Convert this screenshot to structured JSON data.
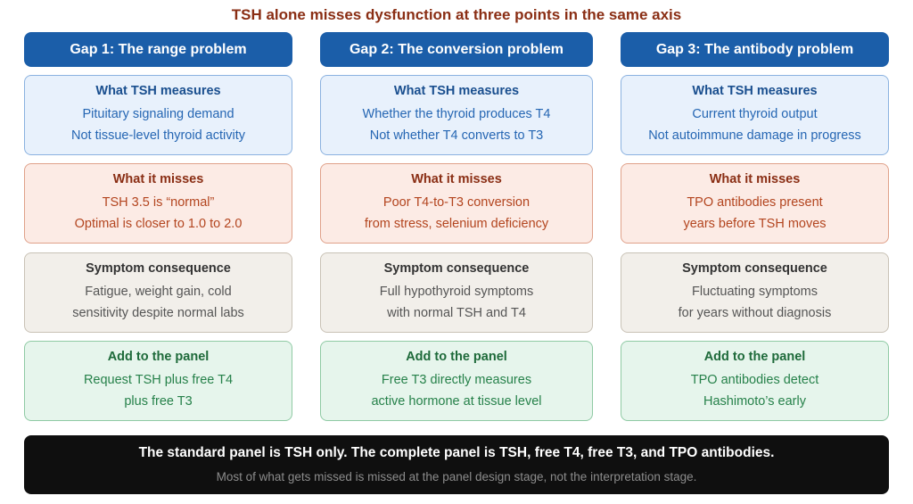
{
  "title": "TSH alone misses dysfunction at three points in the same axis",
  "columns": [
    {
      "header": "Gap 1: The range problem",
      "measures": {
        "heading": "What TSH measures",
        "line1": "Pituitary signaling demand",
        "line2": "Not tissue-level thyroid activity"
      },
      "misses": {
        "heading": "What it misses",
        "line1": "TSH 3.5 is “normal”",
        "line2": "Optimal is closer to 1.0 to 2.0"
      },
      "symptom": {
        "heading": "Symptom consequence",
        "line1": "Fatigue, weight gain, cold",
        "line2": "sensitivity despite normal labs"
      },
      "panel": {
        "heading": "Add to the panel",
        "line1": "Request TSH plus free T4",
        "line2": "plus free T3"
      }
    },
    {
      "header": "Gap 2: The conversion problem",
      "measures": {
        "heading": "What TSH measures",
        "line1": "Whether the thyroid produces T4",
        "line2": "Not whether T4 converts to T3"
      },
      "misses": {
        "heading": "What it misses",
        "line1": "Poor T4-to-T3 conversion",
        "line2": "from stress, selenium deficiency"
      },
      "symptom": {
        "heading": "Symptom consequence",
        "line1": "Full hypothyroid symptoms",
        "line2": "with normal TSH and T4"
      },
      "panel": {
        "heading": "Add to the panel",
        "line1": "Free T3 directly measures",
        "line2": "active hormone at tissue level"
      }
    },
    {
      "header": "Gap 3: The antibody problem",
      "measures": {
        "heading": "What TSH measures",
        "line1": "Current thyroid output",
        "line2": "Not autoimmune damage in progress"
      },
      "misses": {
        "heading": "What it misses",
        "line1": "TPO antibodies present",
        "line2": "years before TSH moves"
      },
      "symptom": {
        "heading": "Symptom consequence",
        "line1": "Fluctuating symptoms",
        "line2": "for years without diagnosis"
      },
      "panel": {
        "heading": "Add to the panel",
        "line1": "TPO antibodies detect",
        "line2": "Hashimoto’s early"
      }
    }
  ],
  "footer": {
    "line1": "The standard panel is TSH only. The complete panel is TSH, free T4, free T3, and TPO antibodies.",
    "line2": "Most of what gets missed is missed at the panel design stage, not the interpretation stage."
  }
}
